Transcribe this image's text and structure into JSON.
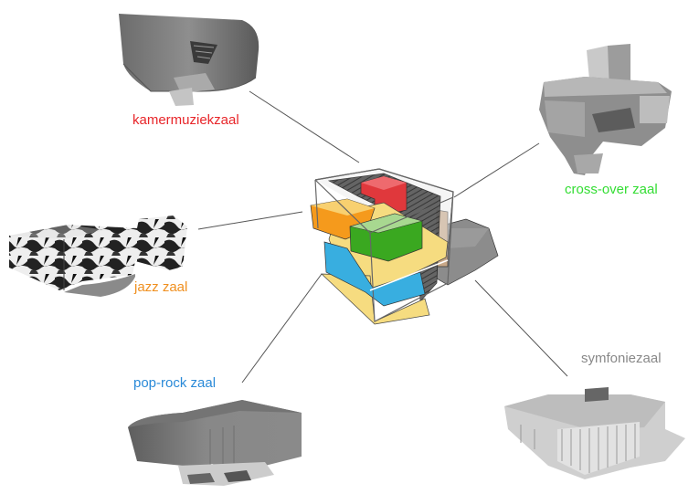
{
  "diagram": {
    "subject": "concert hall building composed of five stacked halls",
    "halls": [
      {
        "id": "kamermuziekzaal",
        "label": "kamermuziekzaal",
        "color": "#e8262a",
        "model_shading": "grey rounded volume with cantilevered entrance"
      },
      {
        "id": "cross-over",
        "label": "cross-over zaal",
        "color": "#33dd33",
        "model_shading": "grey stacked blocks with truncated pyramid on top"
      },
      {
        "id": "jazz",
        "label": "jazz zaal",
        "color": "#f09020",
        "model_shading": "black and white marbled L-shaped block"
      },
      {
        "id": "pop-rock",
        "label": "pop-rock zaal",
        "color": "#2a8ad8",
        "model_shading": "grey box with rounded front and pillars"
      },
      {
        "id": "symfonie",
        "label": "symfoniezaal",
        "color": "#888888",
        "model_shading": "light grey octagonal roof with glass facade"
      }
    ],
    "center_model": {
      "volumes": [
        {
          "name": "red-volume",
          "color": "#e0383c"
        },
        {
          "name": "orange-volume",
          "color": "#f59a1c"
        },
        {
          "name": "green-volume",
          "color": "#3aa820"
        },
        {
          "name": "blue-volume",
          "color": "#38aee0"
        },
        {
          "name": "yellow-floor",
          "color": "#f6dc80"
        },
        {
          "name": "tan-volume",
          "color": "#c8a888"
        },
        {
          "name": "grey-volume",
          "color": "#8c8c8c"
        }
      ]
    },
    "connector_color": "#555555"
  }
}
